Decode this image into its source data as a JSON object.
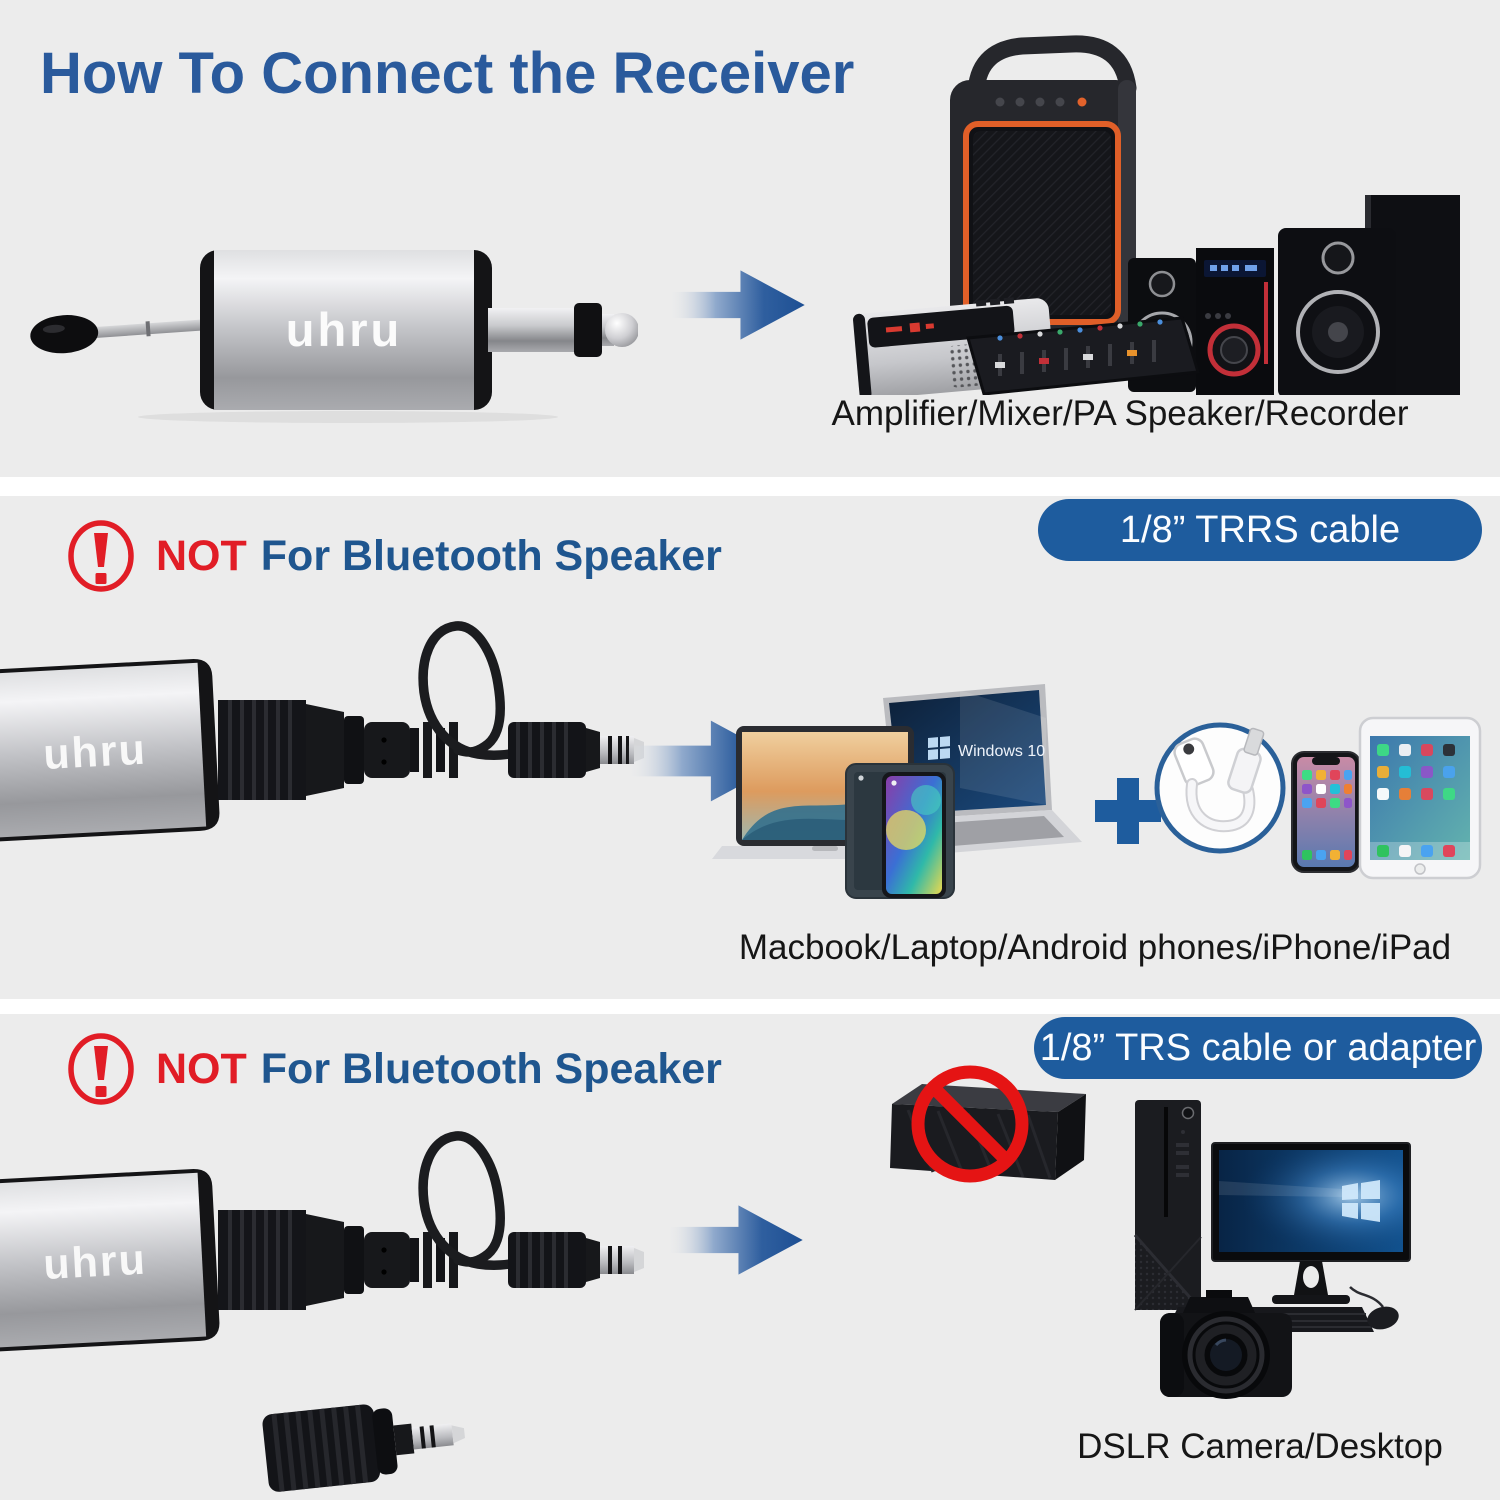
{
  "title": "How To Connect the Receiver",
  "brand": "uhru",
  "background": "#ececec",
  "accent": {
    "title_blue": "#2a5a9c",
    "warning_red": "#e11d26",
    "warning_blue": "#1f568f",
    "badge_blue": "#1e5c9e",
    "arrow_blue": "#1d4f93"
  },
  "icons": {
    "warning": "exclamation-circle",
    "prohibition": "no-sign",
    "arrow": "right-arrow",
    "plus": "plus"
  },
  "section1": {
    "caption": "Amplifier/Mixer/PA Speaker/Recorder"
  },
  "section2": {
    "warning_not": "NOT",
    "warning_text": "For Bluetooth Speaker",
    "badge": "1/8” TRRS cable",
    "laptop_screen_label": "Windows 10",
    "caption": "Macbook/Laptop/Android phones/iPhone/iPad"
  },
  "section3": {
    "warning_not": "NOT",
    "warning_text": "For Bluetooth Speaker",
    "badge": "1/8” TRS cable or adapter",
    "caption": "DSLR Camera/Desktop"
  }
}
